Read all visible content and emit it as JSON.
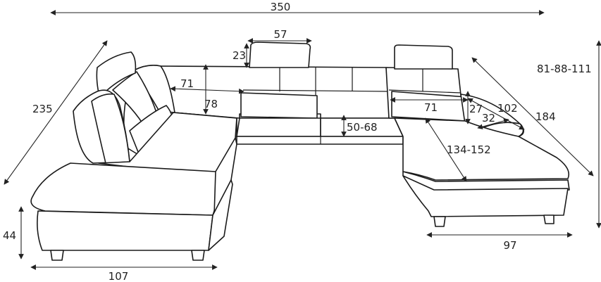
{
  "image": {
    "background": "#ffffff",
    "line_color": "#1a1a1a",
    "subject": "U-shaped sectional sofa dimension drawing"
  },
  "dimensions": {
    "total_width": "350",
    "diagonal_left": "235",
    "headrest_width": "57",
    "headrest_height": "23",
    "back_depth_left": "71",
    "back_height": "78",
    "seat_height_range": "50-68",
    "back_depth_right": "71",
    "armrest_height": "27",
    "armrest_inner": "32",
    "right_depth_diagonal": "102",
    "right_length": "184",
    "chaise_length_range": "134-152",
    "total_height_range": "81-88-111",
    "left_seat_height": "44",
    "left_width": "107",
    "right_width": "97"
  }
}
